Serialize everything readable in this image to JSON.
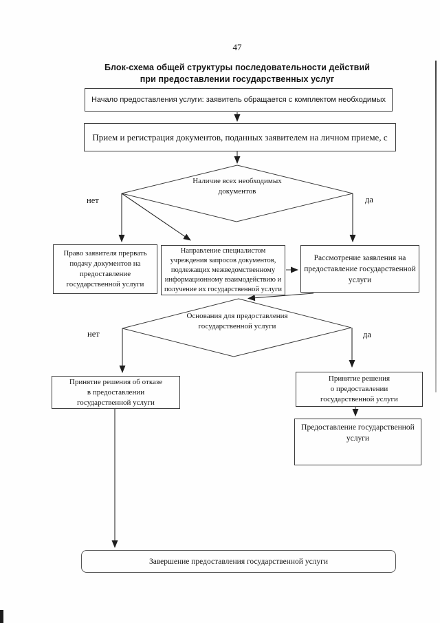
{
  "page": {
    "number": "47"
  },
  "title": [
    "Блок-схема общей структуры последовательности действий",
    "при предоставлении государственных услуг"
  ],
  "nodes": {
    "start": "Начало предоставления услуги: заявитель обращается с комплектом необходимых",
    "reception": "Прием и регистрация документов, поданных заявителем на личном приеме, с",
    "decision1": [
      "Наличие всех необходимых",
      "документов"
    ],
    "right_to_stop": [
      "Право заявителя прервать",
      "подачу документов на",
      "предоставление",
      "государственной услуги"
    ],
    "requests": [
      "Направление специалистом",
      "учреждения запросов документов,",
      "подлежащих межведомственному",
      "информационному взаимодействию и",
      "получение их государственной услуги"
    ],
    "review": [
      "Рассмотрение заявления на",
      "предоставление государственной",
      "услуги"
    ],
    "decision2": [
      "Основания для предоставления",
      "государственной услуги"
    ],
    "refusal": [
      "Принятие решения об отказе",
      "в предоставлении",
      "государственной услуги"
    ],
    "approval": [
      "Принятие решения",
      "о предоставлении",
      "государственной услуги"
    ],
    "provision": [
      "Предоставление государственной",
      "услуги"
    ],
    "end": "Завершение предоставления государственной услуги"
  },
  "edge_labels": {
    "no1": "нет",
    "yes1": "да",
    "no2": "нет",
    "yes2": "да"
  },
  "colors": {
    "ink": "#161616",
    "line": "#2e2e2e",
    "border": "#3c3c3c",
    "paper": "#fefefe"
  }
}
